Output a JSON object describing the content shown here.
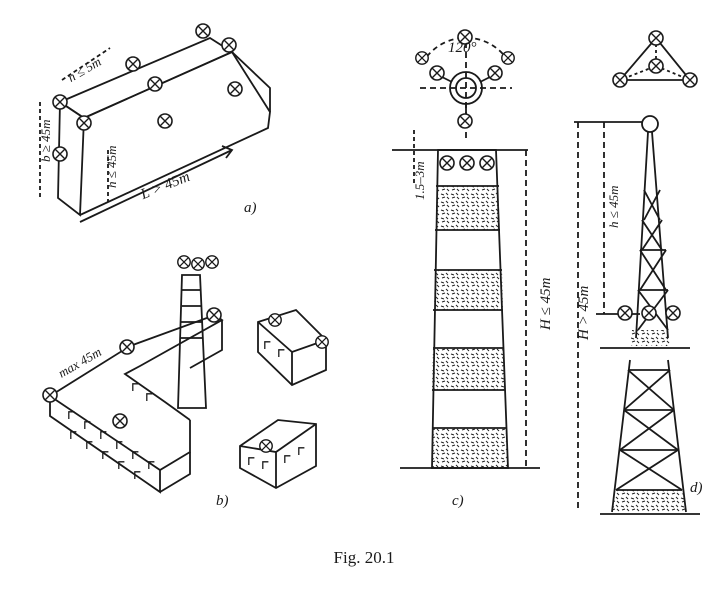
{
  "caption": "Fig. 20.1",
  "panels": {
    "a": {
      "label": "a)",
      "length_label": "L > 45m",
      "height_label": "h ≤ 45m",
      "width_label": "b ≥ 45m",
      "spacing_label": "n ≤ 5m"
    },
    "b": {
      "label": "b)",
      "max_label": "max 45m"
    },
    "c": {
      "label": "c)",
      "angle_label": "120°",
      "height_label": "H ≤ 45m",
      "gap_label": "1.5–3m"
    },
    "d": {
      "label": "d)",
      "height_label": "H > 45m",
      "height_low_label": "h ≤ 45m"
    }
  },
  "colors": {
    "ink": "#1a1a1a",
    "paper": "#ffffff"
  }
}
